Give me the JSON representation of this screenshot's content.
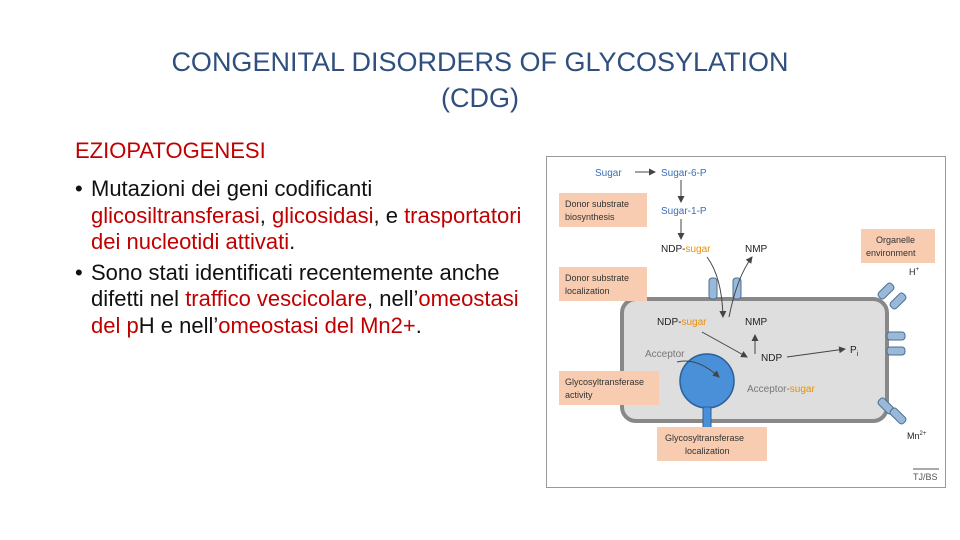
{
  "slide": {
    "title_line1": "CONGENITAL DISORDERS OF GLYCOSYLATION",
    "title_line2": "(CDG)",
    "subtitle": "EZIOPATOGENESI",
    "bullet1": {
      "marker": "•",
      "p1": "Mutazioni dei geni codificanti",
      "hl1": "glicosiltransferasi",
      "p2": ", ",
      "hl2": "glicosidasi",
      "p3": ", e",
      "hl3": "trasportatori dei nucleotidi attivati",
      "p4": "."
    },
    "bullet2": {
      "marker": "•",
      "p1": "Sono stati identificati recentemente anche difetti nel",
      "hl1": "traffico vescicolare",
      "p2": ",",
      "p3": "nell’",
      "hl2": "omeostasi del p",
      "p4": "H e",
      "p5": "nell’",
      "hl3": "omeostasi del Mn2+",
      "p6": "."
    }
  },
  "figure": {
    "sugar": "Sugar",
    "sugar6p": "Sugar-6-P",
    "sugar1p": "Sugar-1-P",
    "ndp_sugar_top_a": "NDP-",
    "ndp_sugar_top_b": "sugar",
    "nmp_top": "NMP",
    "ndp_sugar_in_a": "NDP-",
    "ndp_sugar_in_b": "sugar",
    "nmp_in": "NMP",
    "acceptor": "Acceptor",
    "ndp": "NDP",
    "pi": "P",
    "pi_sub": "i",
    "acceptor_sugar_a": "Acceptor-",
    "acceptor_sugar_b": "sugar",
    "h_plus": "H",
    "h_plus_sup": "+",
    "mn": "Mn",
    "mn_sup": "2+",
    "credit": "TJ/BS",
    "box_donor_biosynthesis": [
      "Donor substrate",
      "biosynthesis"
    ],
    "box_donor_localization": [
      "Donor substrate",
      "localization"
    ],
    "box_organelle": [
      "Organelle",
      "environment"
    ],
    "box_gt_activity": [
      "Glycosyltransferase",
      "activity"
    ],
    "box_gt_localization": [
      "Glycosyltransferase",
      "localization"
    ],
    "colors": {
      "box_fill": "#f7ccb0",
      "organelle_fill": "#dedede",
      "membrane": "#888888",
      "enzyme": "#4a90d9",
      "label_blue": "#3a6fb5",
      "sugar_orange": "#e8900c"
    }
  }
}
